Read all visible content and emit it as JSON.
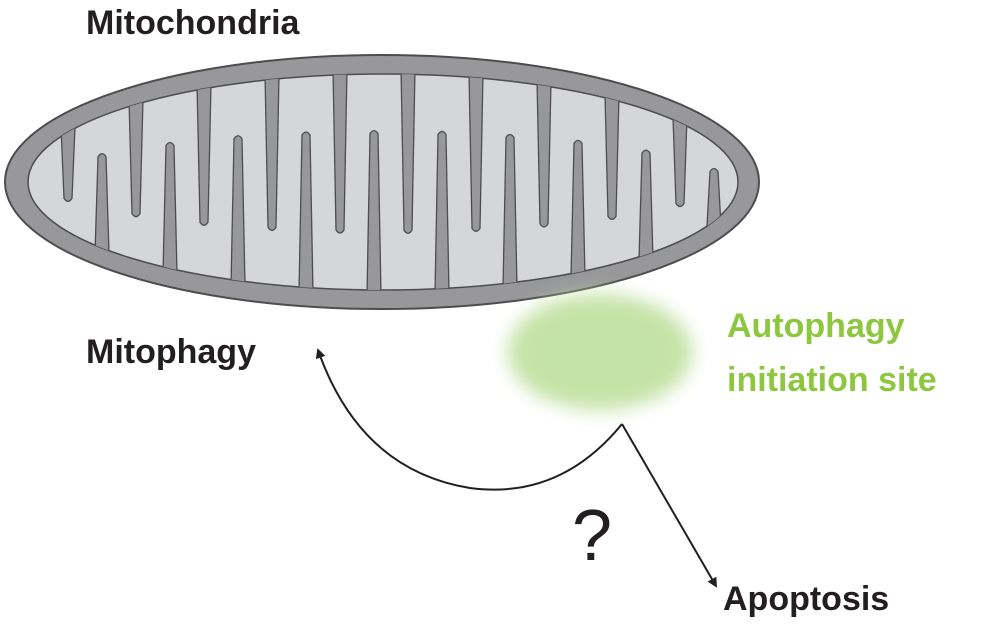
{
  "labels": {
    "title": "Mitochondria",
    "mitophagy": "Mitophagy",
    "autophagy_line1": "Autophagy",
    "autophagy_line2": "initiation site",
    "question": "?",
    "apoptosis": "Apoptosis"
  },
  "colors": {
    "outer_membrane": "#98989b",
    "inner_matrix": "#d5d6d8",
    "outline": "#4d4d4f",
    "autophagy_site": "#c4e3a6",
    "autophagy_text": "#8dc63f",
    "arrow": "#231f20"
  }
}
